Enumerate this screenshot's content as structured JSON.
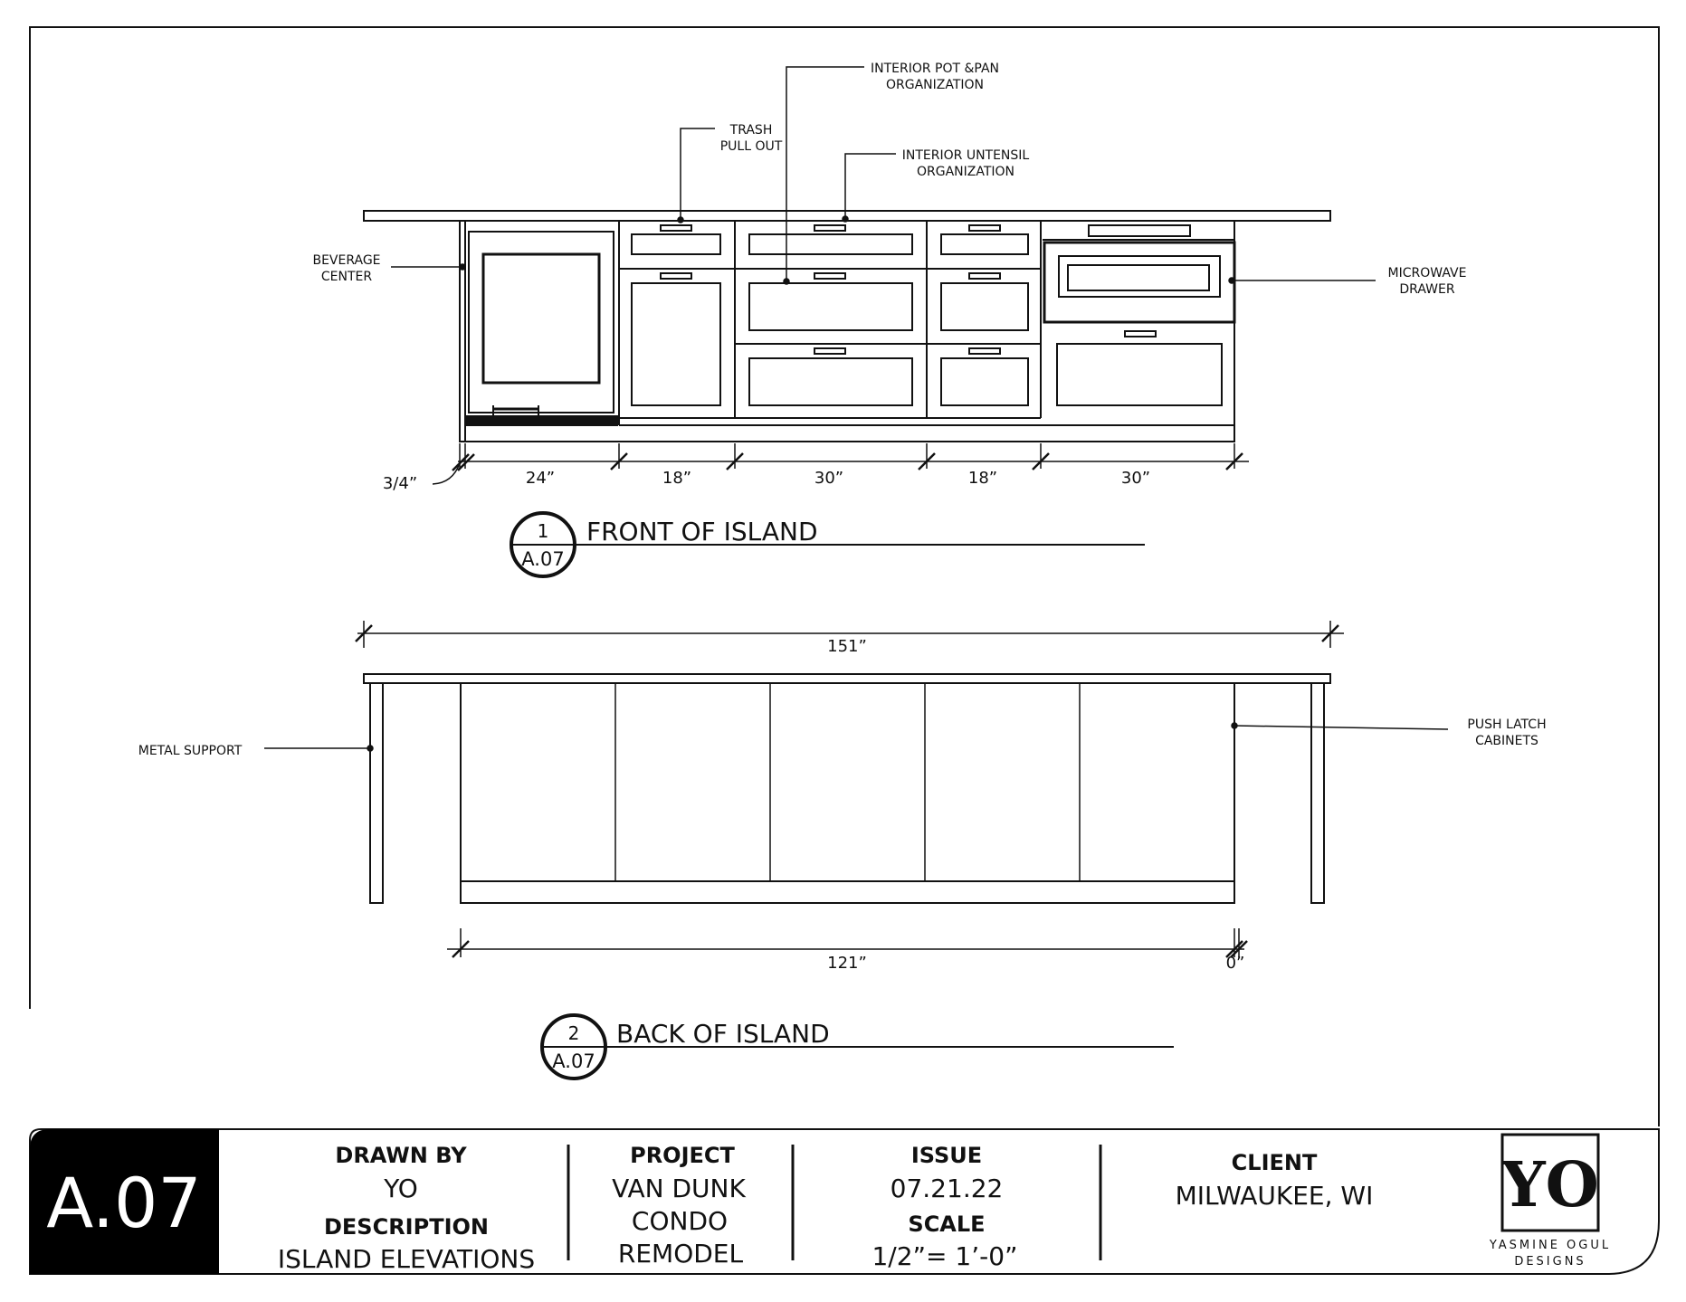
{
  "front_elevation": {
    "title": "FRONT OF ISLAND",
    "detail_number": "1",
    "sheet_ref": "A.07",
    "dimensions": [
      "24”",
      "18”",
      "30”",
      "18”",
      "30”"
    ],
    "side_dimension": "3/4”",
    "callouts": {
      "pot_pan": [
        "INTERIOR POT &PAN",
        "ORGANIZATION"
      ],
      "trash": [
        "TRASH",
        "PULL OUT"
      ],
      "utensil": [
        "INTERIOR UNTENSIL",
        "ORGANIZATION"
      ],
      "beverage": [
        "BEVERAGE",
        "CENTER"
      ],
      "microwave": [
        "MICROWAVE",
        "DRAWER"
      ]
    }
  },
  "back_elevation": {
    "title": "BACK OF ISLAND",
    "detail_number": "2",
    "sheet_ref": "A.07",
    "overall_dimension": "151”",
    "cabinet_dimension": "121”",
    "end_dimension": "0”",
    "callouts": {
      "metal_support": "METAL SUPPORT",
      "push_latch": [
        "PUSH LATCH",
        "CABINETS"
      ]
    }
  },
  "title_block": {
    "sheet_number": "A.07",
    "drawn_by_label": "DRAWN BY",
    "drawn_by": "YO",
    "description_label": "DESCRIPTION",
    "description": "ISLAND ELEVATIONS",
    "project_label": "PROJECT",
    "project": [
      "VAN DUNK",
      "CONDO",
      "REMODEL"
    ],
    "issue_label": "ISSUE",
    "issue": "07.21.22",
    "scale_label": "SCALE",
    "scale": "1/2”= 1’-0”",
    "client_label": "CLIENT",
    "client": "MILWAUKEE, WI",
    "logo_mark": "YO",
    "logo_text": [
      "YASMINE OGUL",
      "DESIGNS"
    ]
  },
  "colors": {
    "line": "#111111",
    "background": "#ffffff",
    "sheet_tab": "#000000"
  }
}
